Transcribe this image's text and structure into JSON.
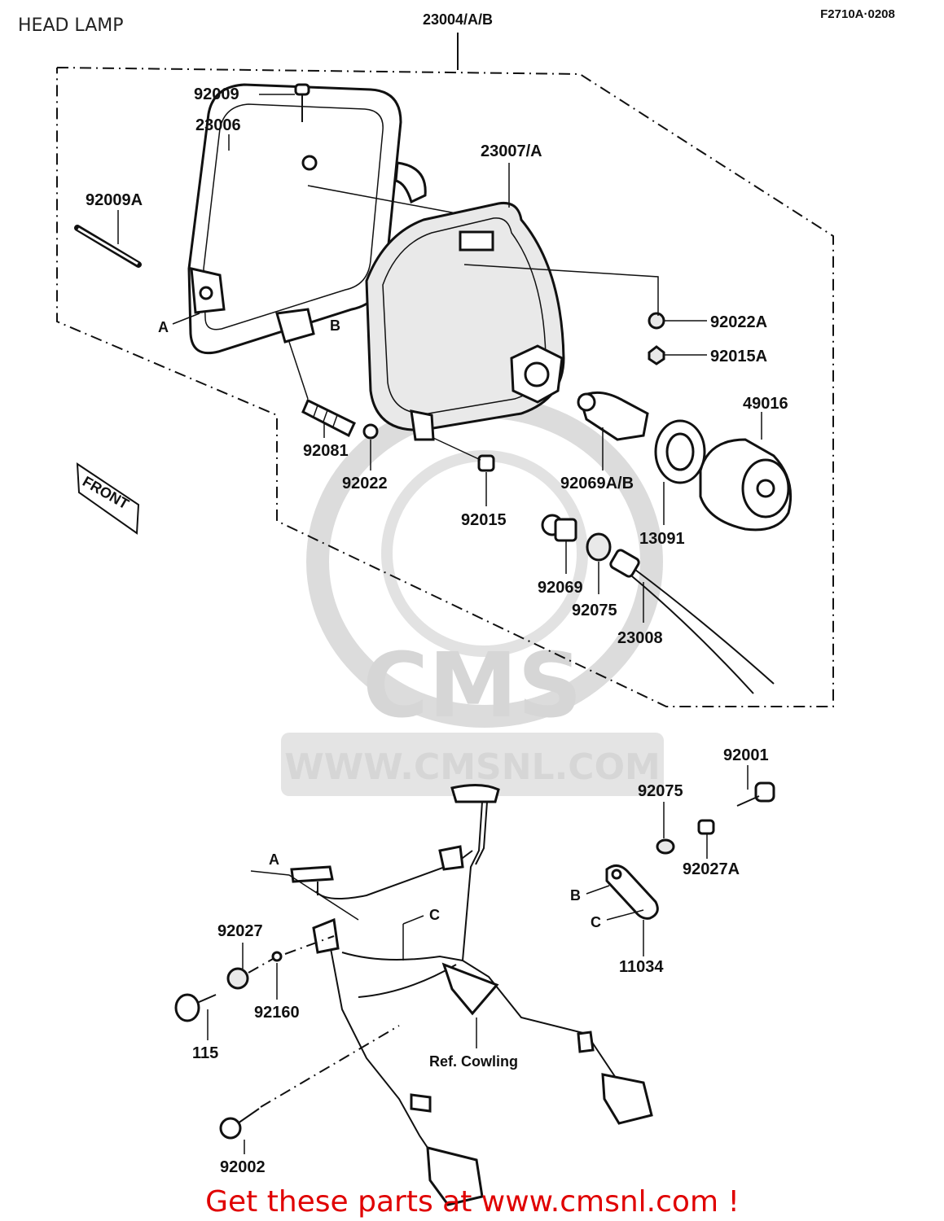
{
  "header": {
    "title": "HEAD LAMP",
    "assembly_ref": "23004/A/B",
    "drawing_code": "F2710A·0208"
  },
  "part_labels": {
    "p92009": "92009",
    "p23006": "23006",
    "p92009A": "92009A",
    "p23007A": "23007/A",
    "p92022A": "92022A",
    "p92015A": "92015A",
    "p49016": "49016",
    "p92081": "92081",
    "p92022": "92022",
    "p92015": "92015",
    "p92069AB": "92069A/B",
    "p13091": "13091",
    "p92069": "92069",
    "p92075_top": "92075",
    "p23008": "23008",
    "p92001": "92001",
    "p92075_bottom": "92075",
    "p92027A": "92027A",
    "p11034": "11034",
    "p92027": "92027",
    "p92160": "92160",
    "p115": "115",
    "p92002": "92002"
  },
  "callouts": {
    "A_top": "A",
    "B_top": "B",
    "A_bottom": "A",
    "C_bottom": "C",
    "B_stay": "B",
    "C_stay": "C"
  },
  "notes": {
    "ref_cowling": "Ref. Cowling",
    "front_tag": "FRONT"
  },
  "watermark": {
    "brand": "CMS",
    "url": "WWW.CMSNL.COM"
  },
  "footer": {
    "text": "Get these parts at www.cmsnl.com !"
  }
}
